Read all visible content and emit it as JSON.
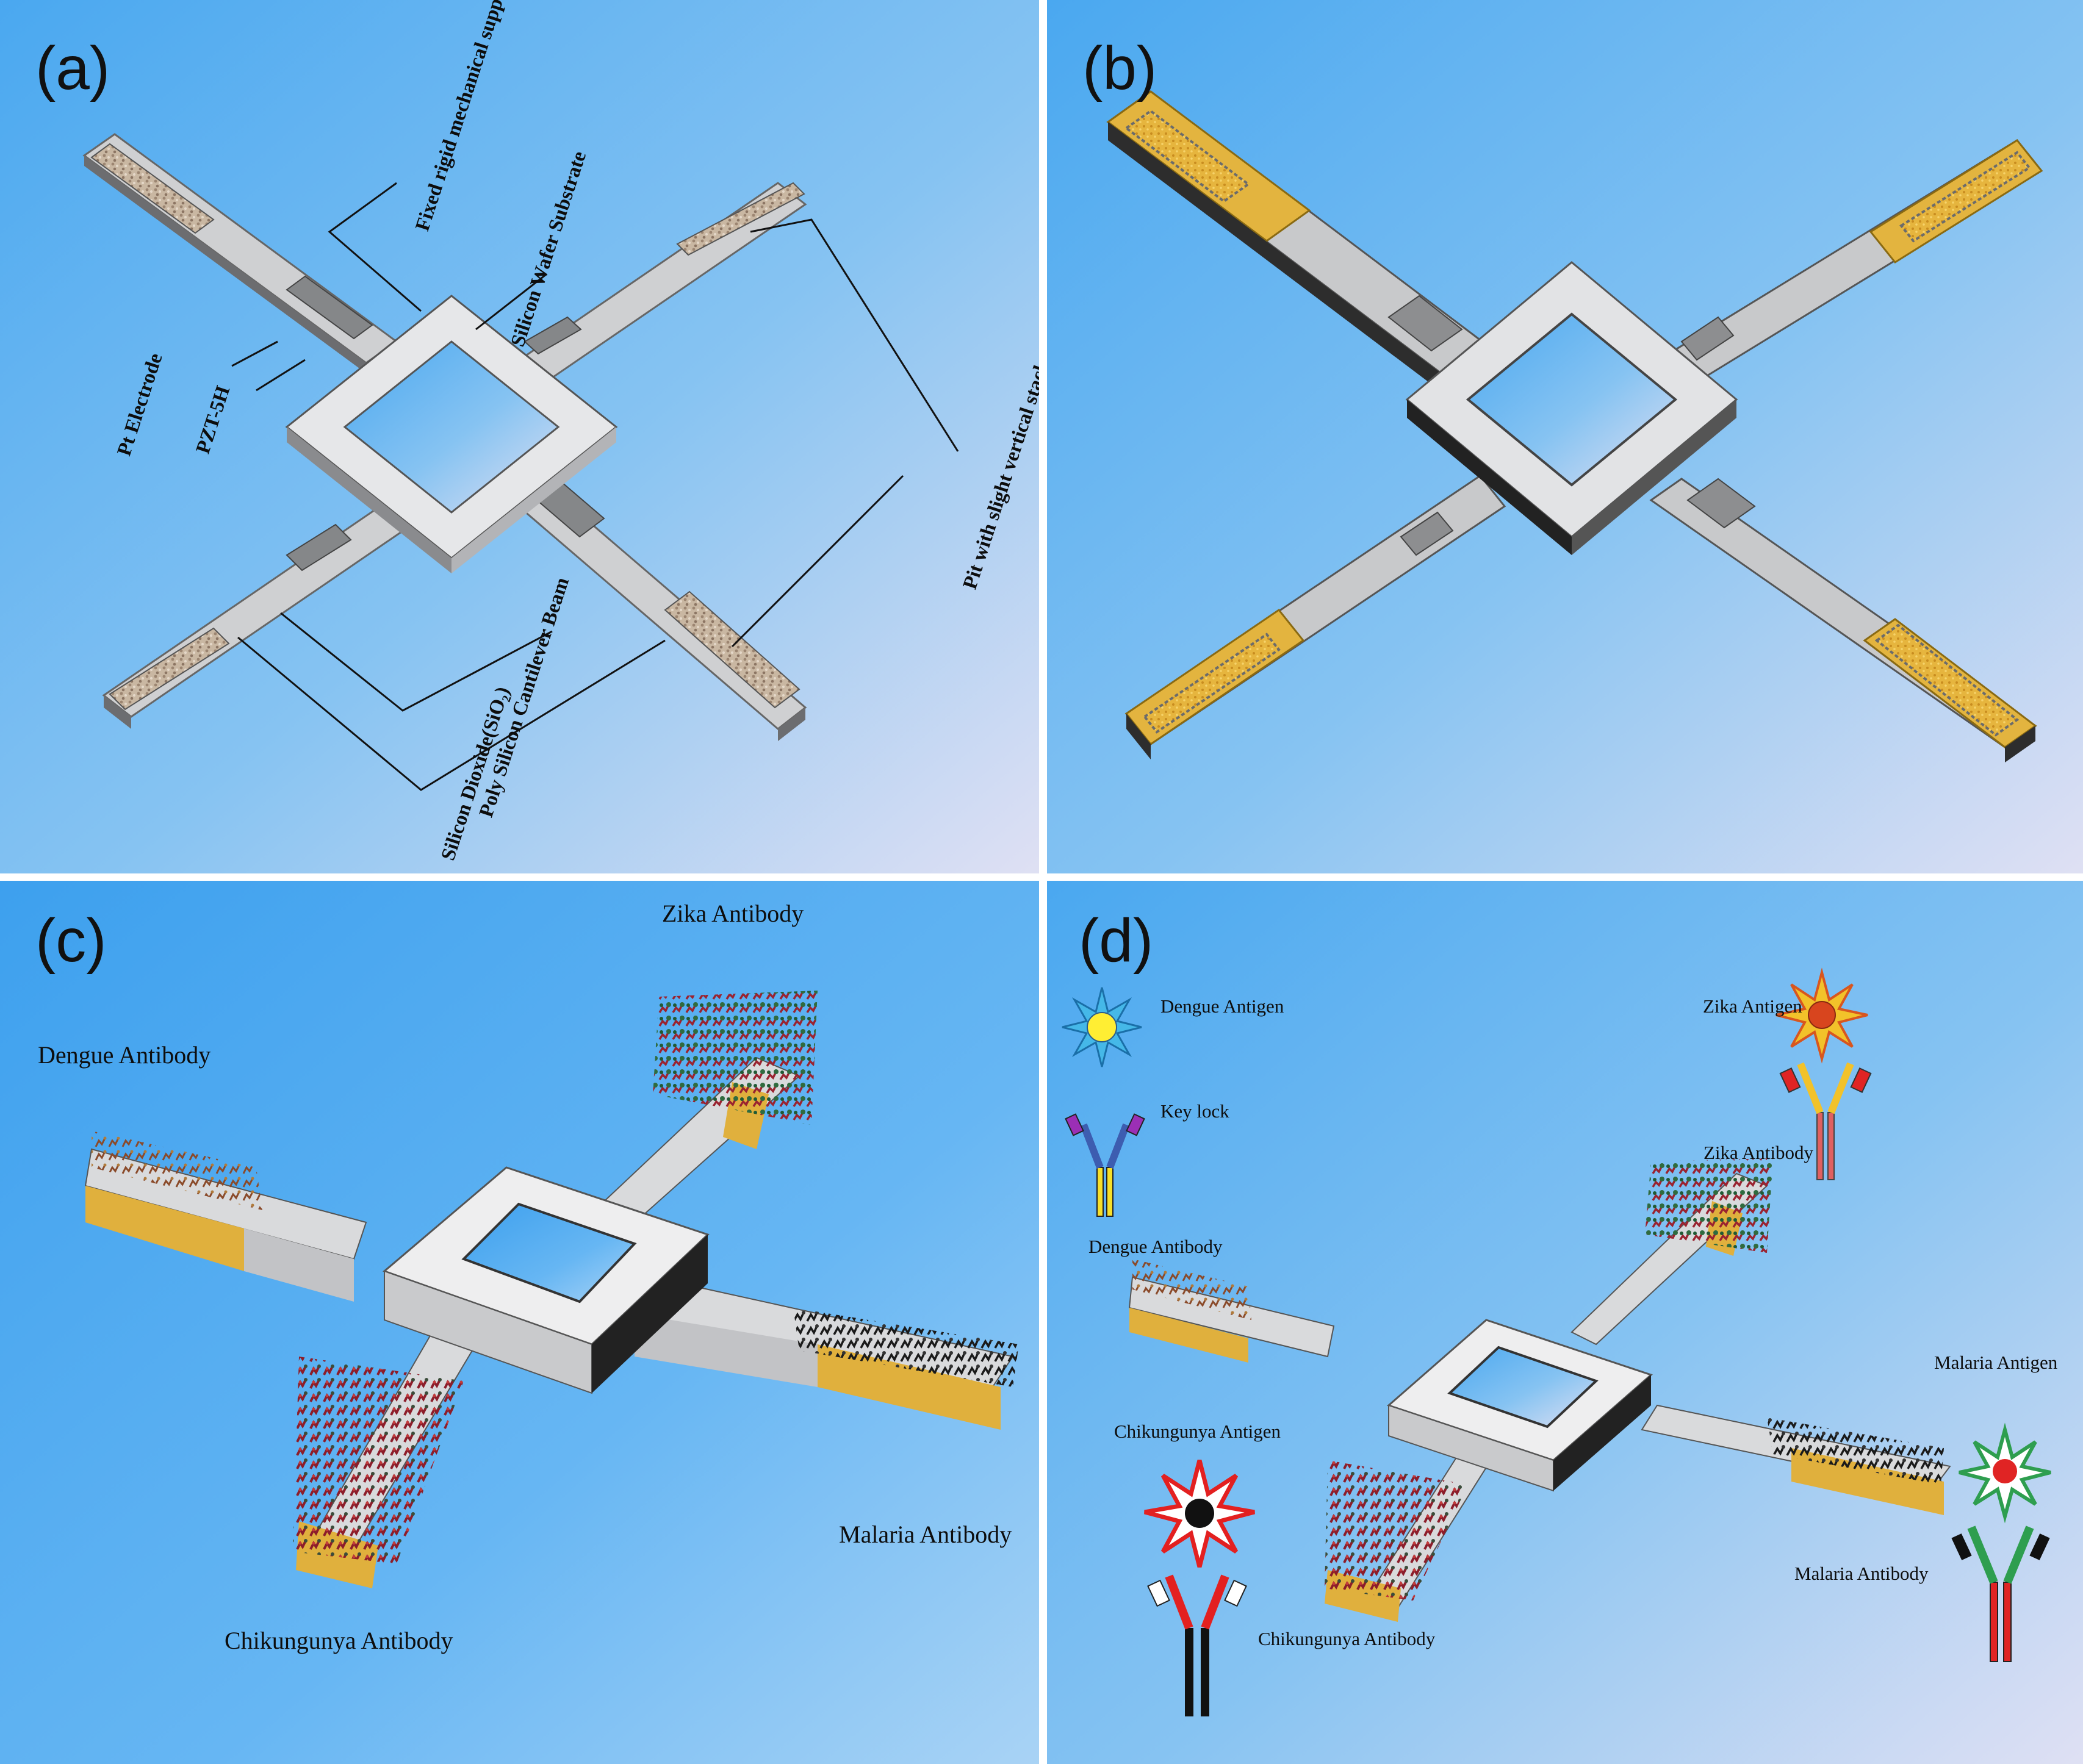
{
  "panels": {
    "a": {
      "letter": "(a)",
      "labels": {
        "fixed_support": "Fixed rigid mechanical support for cantilevers",
        "silicon_wafer": "Silicon Wafer Substrate",
        "pt_electrode": "Pt Electrode",
        "pzt": "PZT-5H",
        "pit": "Pit with slight vertical stack",
        "poly_silicon": "Poly Silicon Cantilever Beam",
        "silicon_dioxide": "Silicon Dioxide(SiO₂)"
      }
    },
    "b": {
      "letter": "(b)"
    },
    "c": {
      "letter": "(c)",
      "labels": {
        "zika": "Zika Antibody",
        "dengue": "Dengue Antibody",
        "malaria": "Malaria Antibody",
        "chikungunya": "Chikungunya Antibody"
      }
    },
    "d": {
      "letter": "(d)",
      "labels": {
        "dengue_antigen": "Dengue Antigen",
        "key_lock": "Key  lock",
        "zika_antigen": "Zika Antigen",
        "zika_antibody": "Zika Antibody",
        "dengue_antibody": "Dengue Antibody",
        "malaria_antigen": "Malaria Antigen",
        "chikungunya_antigen": "Chikungunya Antigen",
        "malaria_antibody": "Malaria Antibody",
        "chikungunya_antibody": "Chikungunya Antibody"
      }
    }
  },
  "colors": {
    "background_blue": "#5fb2f2",
    "background_light": "#dde3f4",
    "frame_silver": "#dfe0e2",
    "electrode_gold": "#d9a83a",
    "dengue_antigen": "#ffee33",
    "zika_antigen": "#f2a51a",
    "malaria_antigen": "#2e9e4f",
    "chikungunya_antigen": "#e32020"
  }
}
